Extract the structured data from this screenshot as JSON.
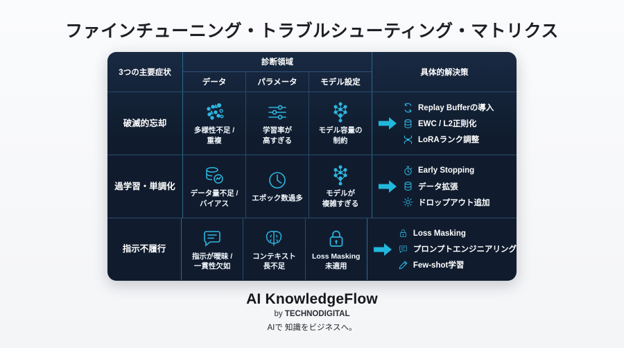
{
  "title": "ファインチューニング・トラブルシューティング・マトリクス",
  "table": {
    "header": {
      "symptom": "3つの主要症状",
      "diagnosis_group": "診断領域",
      "sub_columns": [
        "データ",
        "パラメータ",
        "モデル設定"
      ],
      "solution": "具体的解決策"
    },
    "rows": [
      {
        "symptom": "破滅的忘却",
        "diagnosis": [
          {
            "icon": "scatter-dots-icon",
            "label": "多様性不足 /\n重複"
          },
          {
            "icon": "sliders-icon",
            "label": "学習率が\n高すぎる"
          },
          {
            "icon": "neural-network-icon",
            "label": "モデル容量の\n制約"
          }
        ],
        "solutions": [
          {
            "icon": "refresh-cycle-icon",
            "label": "Replay Bufferの導入"
          },
          {
            "icon": "database-icon",
            "label": "EWC / L2正則化"
          },
          {
            "icon": "lora-rank-icon",
            "label": "LoRAランク調整"
          }
        ]
      },
      {
        "symptom": "過学習・単調化",
        "diagnosis": [
          {
            "icon": "database-chart-icon",
            "label": "データ量不足 /\nバイアス"
          },
          {
            "icon": "clock-icon",
            "label": "エポック数過多"
          },
          {
            "icon": "neural-network-icon",
            "label": "モデルが\n複雑すぎる"
          }
        ],
        "solutions": [
          {
            "icon": "stopwatch-icon",
            "label": "Early Stopping"
          },
          {
            "icon": "database-icon",
            "label": "データ拡張"
          },
          {
            "icon": "brightness-icon",
            "label": "ドロップアウト追加"
          }
        ]
      },
      {
        "symptom": "指示不履行",
        "diagnosis": [
          {
            "icon": "chat-bubble-icon",
            "label": "指示が曖昧 /\n一貫性欠如"
          },
          {
            "icon": "brain-icon",
            "label": "コンテキスト\n長不足"
          },
          {
            "icon": "lock-icon",
            "label": "Loss Masking\n未適用"
          }
        ],
        "solutions": [
          {
            "icon": "lock-icon",
            "label": "Loss Masking"
          },
          {
            "icon": "chat-bubble-icon",
            "label": "プロンプトエンジニアリング"
          },
          {
            "icon": "pencil-icon",
            "label": "Few-shot学習"
          }
        ]
      }
    ]
  },
  "footer": {
    "brand": "AI KnowledgeFlow",
    "by_prefix": "by ",
    "by_company": "TECHNODIGITAL",
    "tagline": "AIで 知識をビジネスへ。"
  },
  "colors": {
    "card_bg": "#101c2e",
    "accent_cyan": "#22b8dd",
    "icon_cyan": "#2fb6e0",
    "page_bg": "#f7f8fa",
    "text_light": "#ffffff"
  }
}
